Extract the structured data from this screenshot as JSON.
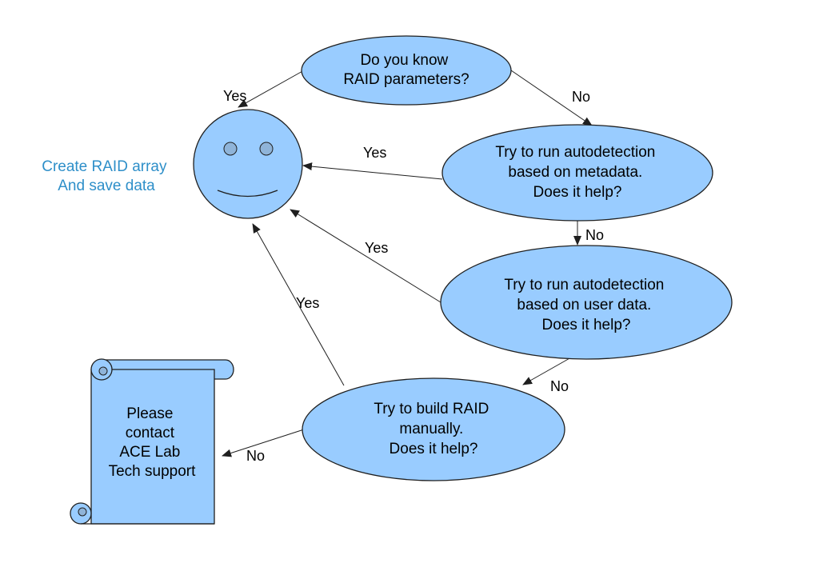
{
  "colors": {
    "fill": "#99ccff",
    "stroke": "#1f1f1f",
    "result_text": "#2e8fc9",
    "background": "#ffffff"
  },
  "nodes": {
    "q_params": {
      "lines": [
        "Do you know",
        "RAID parameters?"
      ]
    },
    "q_meta": {
      "lines": [
        "Try to run autodetection",
        "based on metadata.",
        "Does it help?"
      ]
    },
    "q_user": {
      "lines": [
        "Try to run autodetection",
        "based on user data.",
        "Does it help?"
      ]
    },
    "q_manual": {
      "lines": [
        "Try to build RAID",
        "manually.",
        "Does it help?"
      ]
    },
    "success": {
      "icon": "smiley-face-icon",
      "lines": [
        "Create RAID array",
        "And save data"
      ]
    },
    "support": {
      "icon": "scroll-icon",
      "lines": [
        "Please",
        "contact",
        "ACE Lab",
        "Tech support"
      ]
    }
  },
  "edges": {
    "params_yes": "Yes",
    "params_no": "No",
    "meta_yes": "Yes",
    "meta_no": "No",
    "user_yes": "Yes",
    "user_no": "No",
    "manual_yes": "Yes",
    "manual_no": "No"
  }
}
